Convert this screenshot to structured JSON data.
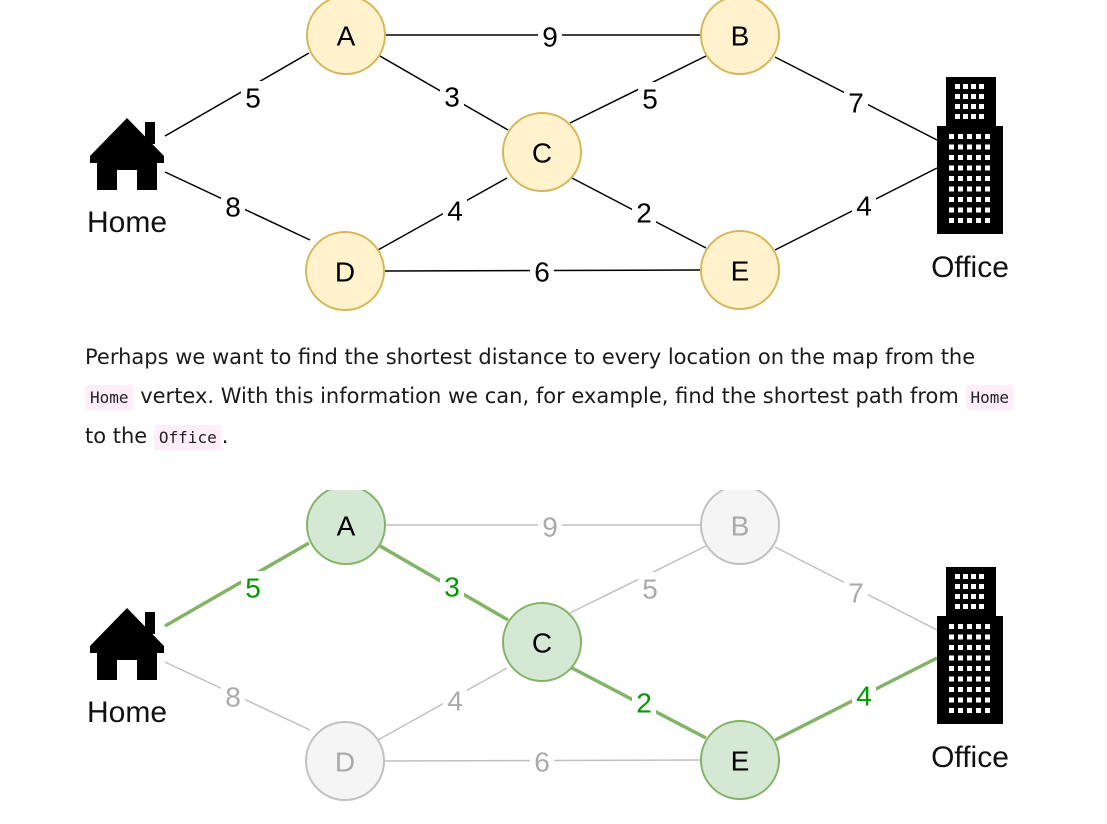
{
  "graph": {
    "places": {
      "home": "Home",
      "office": "Office"
    },
    "nodes": [
      {
        "id": "A",
        "label": "A"
      },
      {
        "id": "B",
        "label": "B"
      },
      {
        "id": "C",
        "label": "C"
      },
      {
        "id": "D",
        "label": "D"
      },
      {
        "id": "E",
        "label": "E"
      }
    ],
    "edges": [
      {
        "from": "Home",
        "to": "A",
        "weight": "5"
      },
      {
        "from": "Home",
        "to": "D",
        "weight": "8"
      },
      {
        "from": "A",
        "to": "B",
        "weight": "9"
      },
      {
        "from": "A",
        "to": "C",
        "weight": "3"
      },
      {
        "from": "C",
        "to": "B",
        "weight": "5"
      },
      {
        "from": "D",
        "to": "C",
        "weight": "4"
      },
      {
        "from": "C",
        "to": "E",
        "weight": "2"
      },
      {
        "from": "D",
        "to": "E",
        "weight": "6"
      },
      {
        "from": "B",
        "to": "Office",
        "weight": "7"
      },
      {
        "from": "E",
        "to": "Office",
        "weight": "4"
      }
    ]
  },
  "highlight": {
    "path_nodes": [
      "A",
      "C",
      "E"
    ],
    "path_edges": [
      "Home-A",
      "A-C",
      "C-E",
      "E-Office"
    ]
  },
  "paragraph": {
    "part1": "Perhaps we want to find the shortest distance to every location on the map from the ",
    "code1": "Home",
    "part2": " vertex. With this information we can, for example, find the shortest path from ",
    "code2": "Home",
    "part3": " to the ",
    "code3": "Office",
    "part4": "."
  },
  "colors": {
    "node_fill": "#fff2cc",
    "node_stroke": "#d6b656",
    "path_fill": "#d5e8d4",
    "path_stroke": "#82b366",
    "path_text": "#009900",
    "dim_fill": "#f5f5f5",
    "dim_stroke": "#c0c0c0",
    "dim_text": "#aaaaaa",
    "edge": "#000000",
    "inline_code_bg": "#fdeefa"
  }
}
